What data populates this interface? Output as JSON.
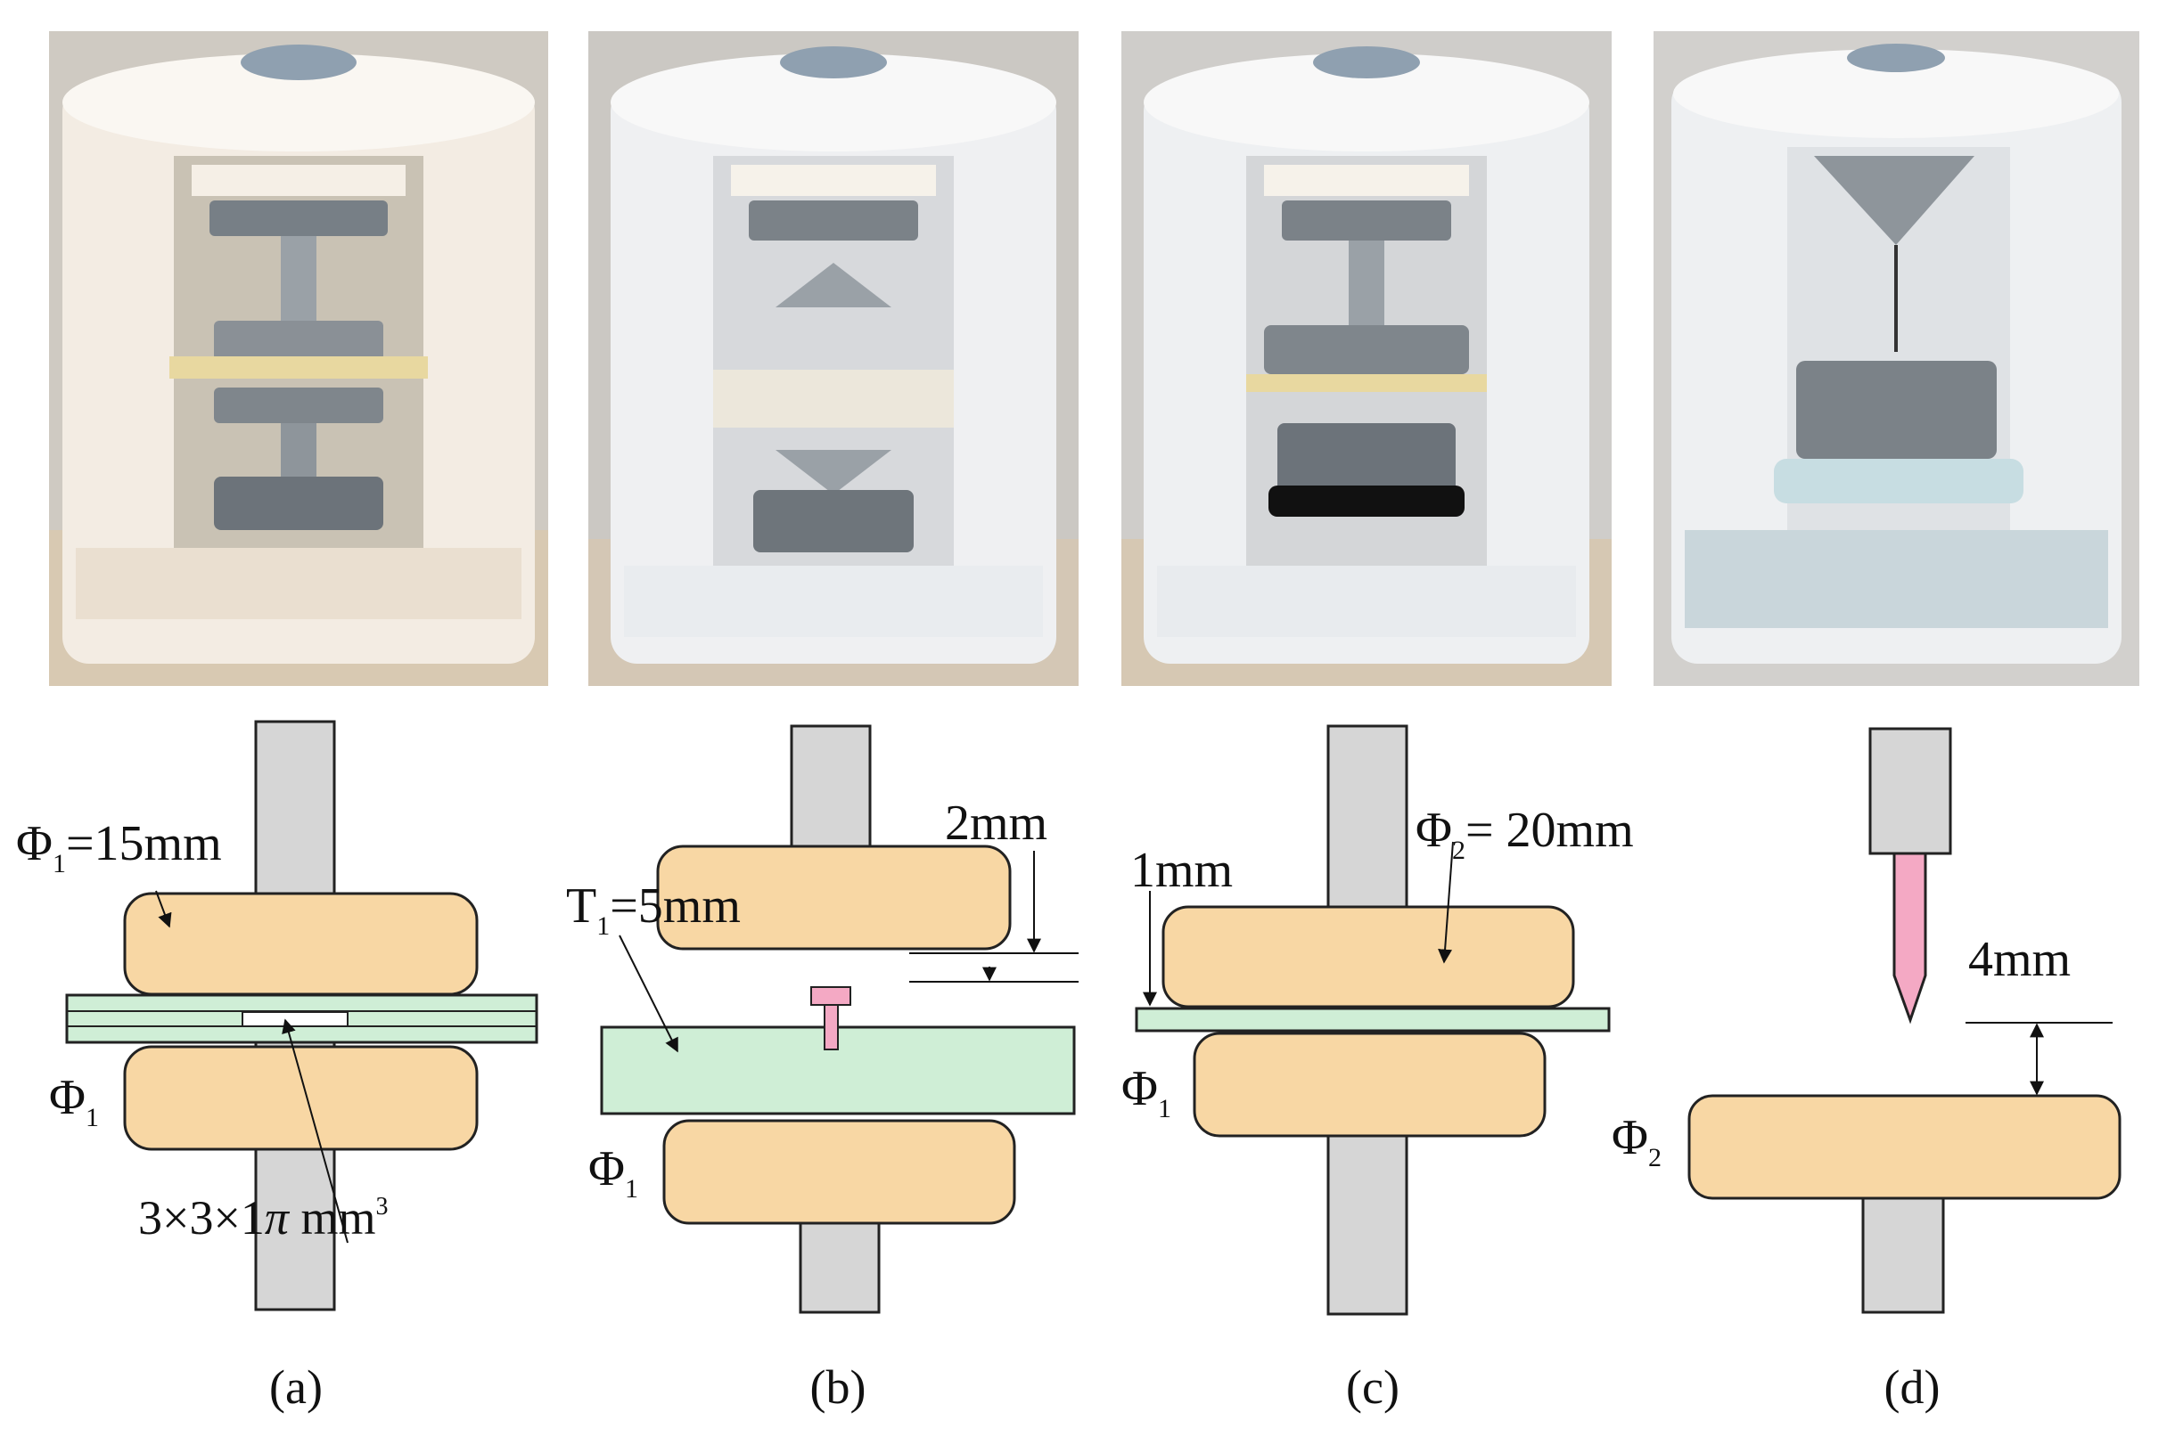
{
  "panels": [
    {
      "caption": "(a)",
      "labels": {
        "phi_top": "Φ",
        "phi_top_sub": "1",
        "phi_top_eq": "=15mm",
        "phi_bottom": "Φ",
        "phi_bottom_sub": "1",
        "sample_dim": "3×3×1",
        "sample_pi": "π",
        "sample_unit": " mm",
        "sample_exp": "3"
      }
    },
    {
      "caption": "(b)",
      "labels": {
        "gap": "2mm",
        "t_label": "T",
        "t_sub": "1",
        "t_eq": "=5mm",
        "phi_bottom": "Φ",
        "phi_bottom_sub": "1"
      }
    },
    {
      "caption": "(c)",
      "labels": {
        "phi_top": "Φ",
        "phi_top_sub": "2",
        "phi_top_eq": "= 20mm",
        "film": "1mm",
        "phi_bottom": "Φ",
        "phi_bottom_sub": "1"
      }
    },
    {
      "caption": "(d)",
      "labels": {
        "gap": "4mm",
        "phi_bottom": "Φ",
        "phi_bottom_sub": "2"
      }
    }
  ],
  "colors": {
    "electrode": "#f8d7a4",
    "film": "#cfeed6",
    "rod": "#d6d6d6",
    "needle": "#f4a9c4",
    "outline": "#222222"
  }
}
